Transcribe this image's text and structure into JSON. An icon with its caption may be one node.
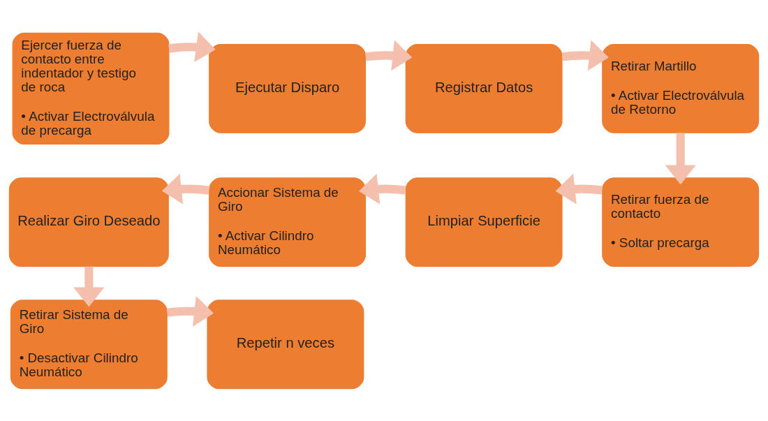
{
  "diagram": {
    "nodes": [
      {
        "text": [
          "Ejercer fuerza de contacto entre indentador y testigo de roca",
          "• Activar Electroválvula de precarga"
        ]
      },
      {
        "text": [
          "Ejecutar Disparo"
        ]
      },
      {
        "text": [
          "Registrar Datos"
        ]
      },
      {
        "text": [
          "Retirar Martillo",
          "• Activar Electroválvula de Retorno"
        ]
      },
      {
        "text": [
          "Retirar fuerza de contacto",
          "• Soltar precarga"
        ]
      },
      {
        "text": [
          "Limpiar Superficie"
        ]
      },
      {
        "text": [
          "Accionar Sistema de Giro",
          "• Activar Cilindro Neumático"
        ]
      },
      {
        "text": [
          "Realizar Giro Deseado"
        ]
      },
      {
        "text": [
          "Retirar Sistema de Giro",
          "• Desactivar Cilindro Neumático"
        ]
      },
      {
        "text": [
          "Repetir n veces"
        ]
      }
    ],
    "edges": [
      {
        "from": 0,
        "to": 1,
        "arrow": "to"
      },
      {
        "from": 1,
        "to": 2,
        "arrow": "to"
      },
      {
        "from": 2,
        "to": 3,
        "arrow": "to"
      },
      {
        "from": 3,
        "to": 4,
        "arrow": "to"
      },
      {
        "from": 4,
        "to": 5,
        "arrow": "to"
      },
      {
        "from": 5,
        "to": 6,
        "arrow": "to"
      },
      {
        "from": 6,
        "to": 7,
        "arrow": "to"
      },
      {
        "from": 7,
        "to": 8,
        "arrow": "to"
      },
      {
        "from": 8,
        "to": 9,
        "arrow": "to"
      }
    ]
  }
}
